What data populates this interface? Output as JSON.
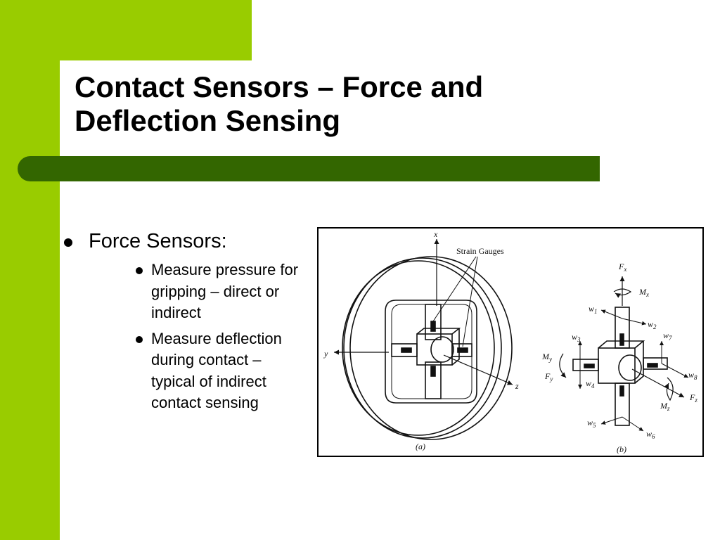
{
  "slide": {
    "title_line1": "Contact Sensors – Force and",
    "title_line2": "Deflection Sensing",
    "accent_colors": {
      "light_green": "#99cc00",
      "dark_green": "#336600"
    }
  },
  "bullets": {
    "main": "Force Sensors:",
    "sub": [
      "Measure pressure for gripping – direct or indirect",
      "Measure deflection during contact – typical of indirect contact sensing"
    ]
  },
  "figure": {
    "label_strain_gauges": "Strain Gauges",
    "axis_x": "x",
    "axis_y": "y",
    "axis_z": "z",
    "caption_a": "(a)",
    "caption_b": "(b)",
    "fx": "F",
    "fx_sub": "x",
    "mx": "M",
    "mx_sub": "x",
    "my": "M",
    "my_sub": "y",
    "fy": "F",
    "fy_sub": "y",
    "fz": "F",
    "fz_sub": "z",
    "mz": "M",
    "mz_sub": "z",
    "w1": "w",
    "w1_sub": "1",
    "w2": "w",
    "w2_sub": "2",
    "w3": "w",
    "w3_sub": "3",
    "w4": "w",
    "w4_sub": "4",
    "w5": "w",
    "w5_sub": "5",
    "w6": "w",
    "w6_sub": "6",
    "w7": "w",
    "w7_sub": "7",
    "w8": "w",
    "w8_sub": "8"
  }
}
